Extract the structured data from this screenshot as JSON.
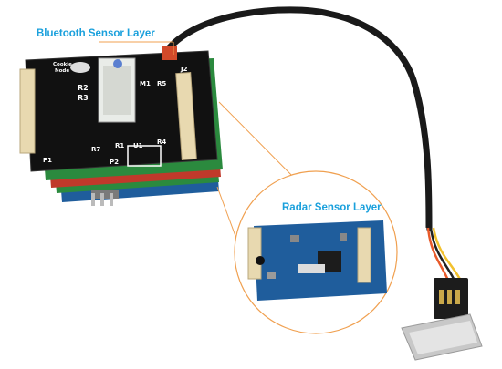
{
  "callouts": {
    "bluetooth_layer": "Bluetooth Sensor Layer",
    "radar_layer": "Radar Sensor Layer"
  },
  "silkscreen": {
    "logo_line1": "Cookie",
    "logo_line2": "Node",
    "r2": "R2",
    "r3": "R3",
    "m1": "M1",
    "r5": "R5",
    "u1": "U1",
    "r1": "R1",
    "r4": "R4",
    "r7": "R7",
    "p1": "P1",
    "p2": "P2",
    "j2": "J2"
  },
  "colors": {
    "callout_text": "#1aa0dc",
    "callout_line": "#f0a050",
    "board_black": "#111111",
    "board_blue": "#1f5d9c",
    "cable": "#1a1a1a"
  }
}
